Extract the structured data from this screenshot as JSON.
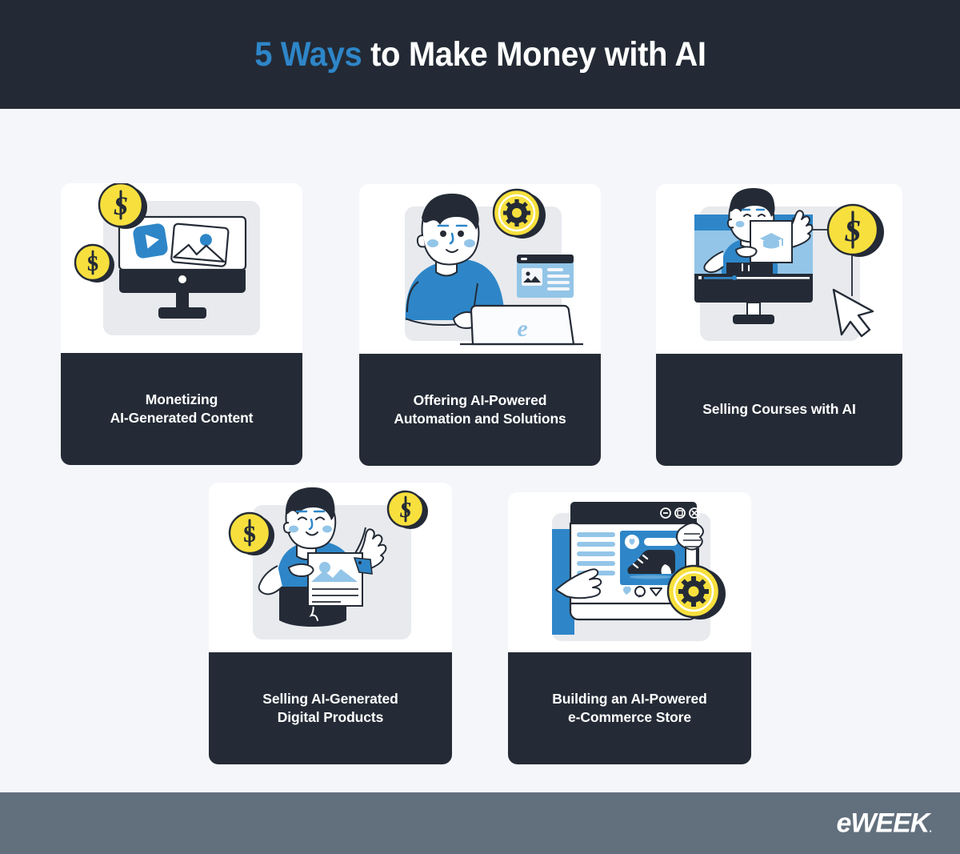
{
  "header": {
    "title_accent": "5 Ways",
    "title_rest": " to Make Money with AI",
    "background_color": "#232a35",
    "accent_color": "#2e86c8"
  },
  "palette": {
    "page_background": "#f4f6fa",
    "card_background": "#ffffff",
    "label_background": "#242b36",
    "blue": "#2e86c8",
    "light_blue": "#93c5e8",
    "yellow": "#f7e03d",
    "dark": "#242b36",
    "gray_panel": "#e8eaee",
    "footer": "#626f7d"
  },
  "cards": [
    {
      "id": "monetizing-ai-generated-content",
      "label_line1": "Monetizing",
      "label_line2": "AI-Generated Content",
      "icons": [
        "monitor-icon",
        "play-button-icon",
        "image-icon",
        "dollar-coin-icon",
        "dollar-coin-icon"
      ]
    },
    {
      "id": "offering-ai-powered-automation-and-solutions",
      "label_line1": "Offering AI-Powered",
      "label_line2": "Automation and Solutions",
      "icons": [
        "person-with-laptop-icon",
        "gear-coin-icon",
        "browser-window-icon",
        "laptop-e-logo-icon"
      ]
    },
    {
      "id": "selling-courses-with-ai",
      "label_line1": "Selling Courses with AI",
      "label_line2": "",
      "icons": [
        "monitor-icon",
        "video-progress-bar-icon",
        "graduation-cap-icon",
        "dollar-coin-icon",
        "cursor-arrow-icon"
      ]
    },
    {
      "id": "selling-ai-generated-digital-products",
      "label_line1": "Selling AI-Generated",
      "label_line2": "Digital Products",
      "icons": [
        "person-icon",
        "document-icon",
        "image-icon",
        "price-tag-icon",
        "dollar-coin-icon",
        "dollar-coin-icon"
      ]
    },
    {
      "id": "building-an-ai-powered-e-commerce-store",
      "label_line1": "Building an AI-Powered",
      "label_line2": "e-Commerce Store",
      "icons": [
        "browser-window-icon",
        "heart-icon",
        "shoe-product-icon",
        "comment-icon",
        "share-icon",
        "gear-coin-icon",
        "hand-icon"
      ]
    }
  ],
  "footer": {
    "logo_text": "eWEEK",
    "trademark": "."
  }
}
